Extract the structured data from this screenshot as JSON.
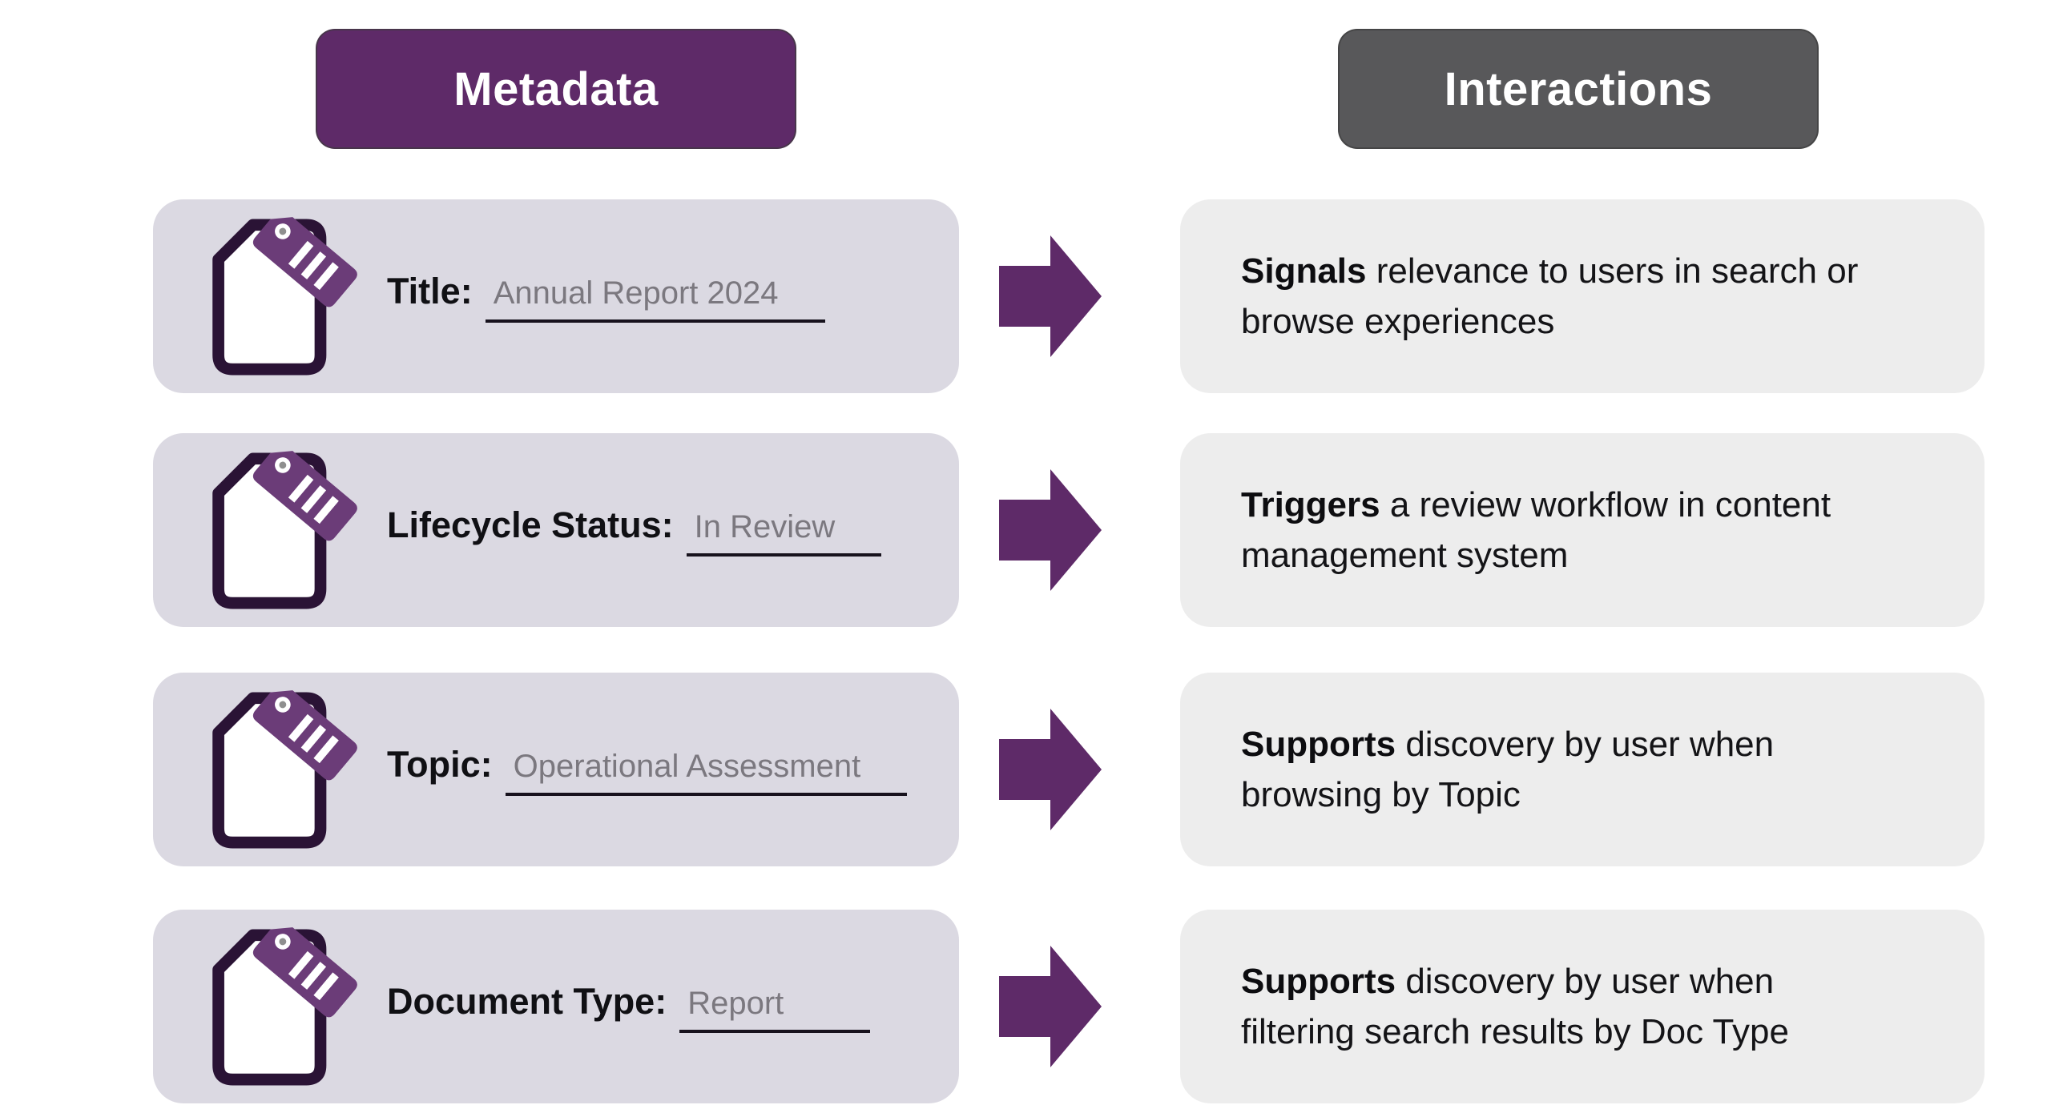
{
  "headers": {
    "metadata": "Metadata",
    "interactions": "Interactions"
  },
  "rows": [
    {
      "label": "Title:",
      "value": "Annual Report 2024",
      "interaction": {
        "bold": "Signals",
        "line1_rest": " relevance to users in search or",
        "line2": "browse experiences"
      }
    },
    {
      "label": "Lifecycle Status:",
      "value": "In Review",
      "interaction": {
        "bold": "Triggers",
        "line1_rest": " a review workflow in content",
        "line2": "management system"
      }
    },
    {
      "label": "Topic:",
      "value": "Operational Assessment",
      "interaction": {
        "bold": "Supports",
        "line1_rest": " discovery by user when",
        "line2": "browsing by Topic"
      }
    },
    {
      "label": "Document Type:",
      "value": "Report",
      "interaction": {
        "bold": "Supports",
        "line1_rest": " discovery by user when",
        "line2": "filtering search results by Doc Type"
      }
    }
  ],
  "icons": {
    "left_card_icon": "document-tag-icon",
    "connector_icon": "arrow-right-icon"
  },
  "colors": {
    "accent_purple": "#5E2A68",
    "tag_purple": "#6B3C78",
    "document_outline": "#2A1335",
    "left_card_bg": "#DBD9E2",
    "right_card_bg": "#EDEDED",
    "interactions_badge_bg": "#58585A",
    "value_text": "#7B787F",
    "underline": "#17121D",
    "body_text": "#141417",
    "page_bg": "#FFFFFF"
  }
}
